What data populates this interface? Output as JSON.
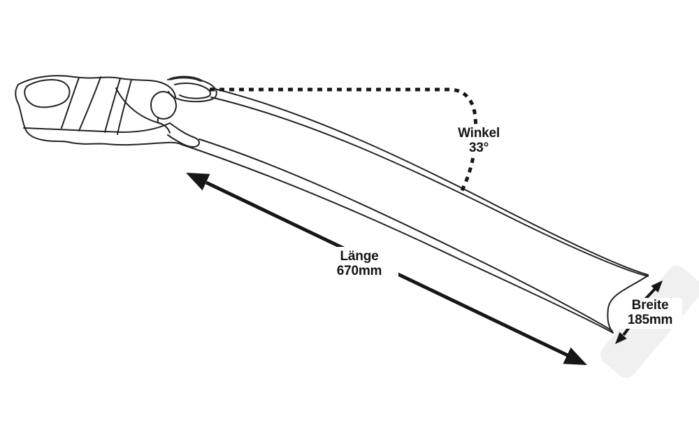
{
  "diagram": {
    "subject": "freediving-fin-dimension-diagram",
    "labels": {
      "angle": {
        "name": "Winkel",
        "value": "33°"
      },
      "length": {
        "name": "Länge",
        "value": "670mm"
      },
      "width": {
        "name": "Breite",
        "value": "185mm"
      }
    },
    "colors": {
      "line": "#222222",
      "arrow": "#161616",
      "text": "#141414",
      "highlight_band": "#f0f0f0",
      "background": "#ffffff"
    }
  }
}
